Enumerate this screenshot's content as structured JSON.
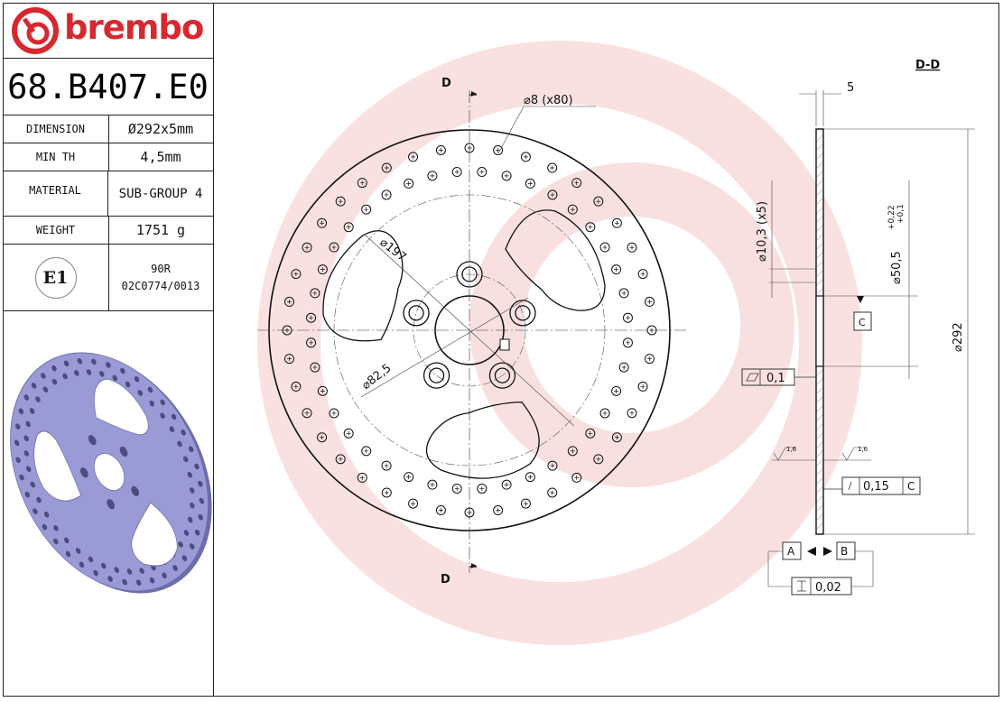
{
  "brand": {
    "name": "brembo",
    "color": "#d7282f"
  },
  "part_number": "68.B407.E0",
  "specs": [
    {
      "label": "DIMENSION",
      "value": "Ø292x5mm"
    },
    {
      "label": "MIN TH",
      "value": "4,5mm"
    },
    {
      "label": "MATERIAL",
      "value": "SUB-GROUP 4"
    },
    {
      "label": "WEIGHT",
      "value": "1751 g"
    }
  ],
  "approval": {
    "mark": "E1",
    "code": "90R",
    "number": "02C0774/0013"
  },
  "drawing": {
    "section_label": "D",
    "section_title": "D-D",
    "holes": "8 (x80)",
    "pcd": "197",
    "bolt_circle": "82,5",
    "bolt_holes": "10,3 (x5)",
    "center_bore": "50,5",
    "center_tol_upper": "+0,22",
    "center_tol_lower": "+0,1",
    "outer_diameter": "292",
    "thickness": "5",
    "datum_c": "C",
    "flatness": "0,1",
    "runout": "0,15",
    "runout_datum": "C",
    "roughness": "1,6",
    "datum_a": "A",
    "datum_b": "B",
    "parallelism": "0,02",
    "disc_color": "#9a9ad6",
    "watermark_color": "#f3c9c9"
  }
}
